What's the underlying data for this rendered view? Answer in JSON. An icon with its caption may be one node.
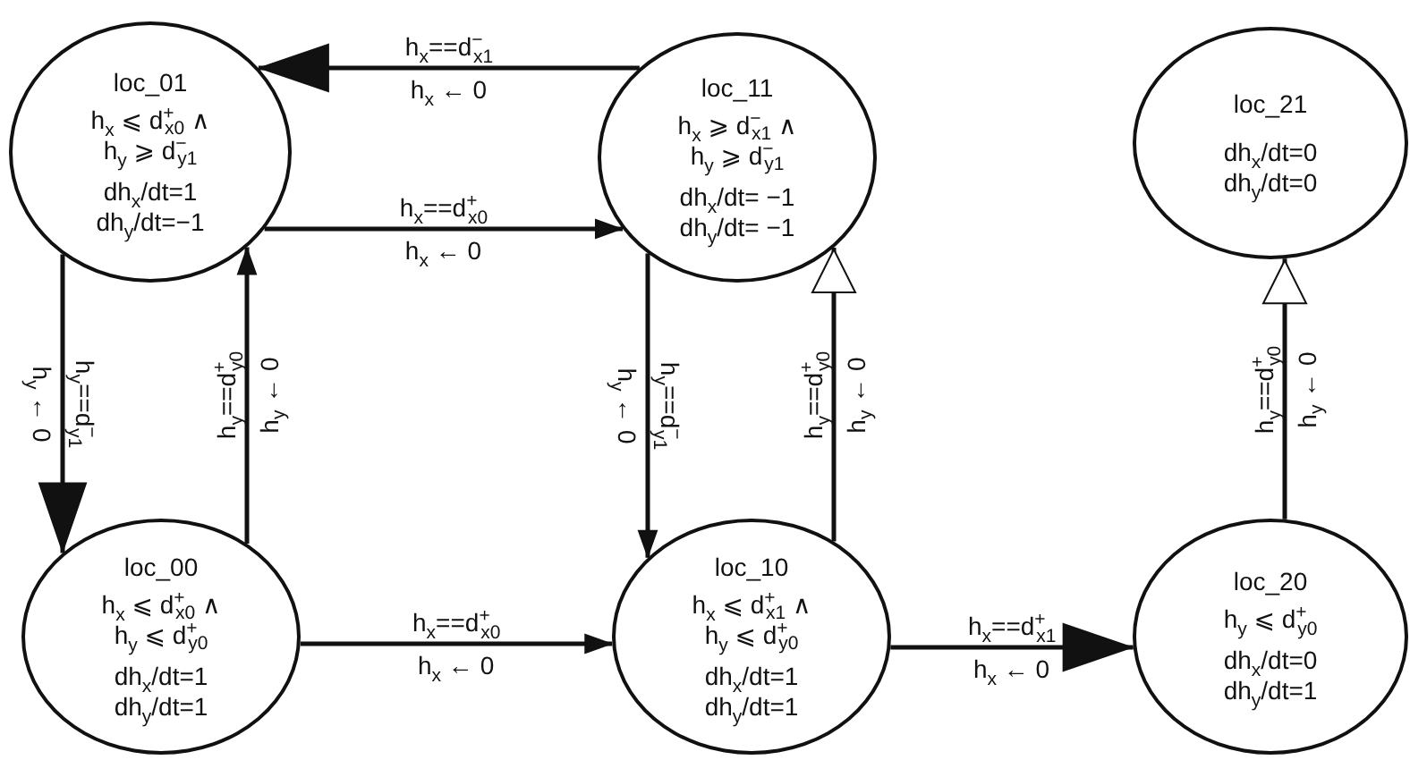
{
  "diagram": {
    "nodes": [
      {
        "text": [
          "loc_01",
          "h$_{x}$ ⩽ d$^{+}$$_{x0}$ ∧",
          "h$_{y}$ ⩾ d$^{−}$$_{y1}$",
          "dh$_{x}$/dt=1",
          "dh$_{y}$/dt=−1"
        ]
      },
      {
        "text": [
          "loc_11",
          "h$_{x}$ ⩾ d$^{−}$$_{x1}$ ∧",
          "h$_{y}$ ⩾ d$^{−}$$_{y1}$",
          "dh$_{x}$/dt= −1",
          "dh$_{y}$/dt= −1"
        ]
      },
      {
        "text": [
          "loc_21",
          "dh$_{x}$/dt=0",
          "dh$_{y}$/dt=0"
        ]
      },
      {
        "text": [
          "loc_00",
          "h$_{x}$ ⩽ d$^{+}$$_{x0}$ ∧",
          "h$_{y}$ ⩽ d$^{+}$$_{y0}$",
          "dh$_{x}$/dt=1",
          "dh$_{y}$/dt=1"
        ]
      },
      {
        "text": [
          "loc_10",
          "h$_{x}$ ⩽ d$^{+}$$_{x1}$ ∧",
          "h$_{y}$ ⩽ d$^{+}$$_{y0}$",
          "dh$_{x}$/dt=1",
          "dh$_{y}$/dt=1"
        ]
      },
      {
        "text": [
          "loc_20",
          "h$_{y}$ ⩽ d$^{+}$$_{y0}$",
          "dh$_{x}$/dt=0",
          "dh$_{y}$/dt=1"
        ]
      }
    ],
    "edges": [
      {
        "from": 1,
        "to": 0,
        "arrow": "to",
        "label": "h$_{x}$==d$^{−}$$_{x1}$"
      },
      {
        "from": 0,
        "to": 1,
        "arrow": "to",
        "label": "h$_{x}$==d$^{+}$$_{x0}$"
      },
      {
        "from": 0,
        "to": 3,
        "arrow": "to",
        "label": "h$_{y}$==d$^{−}$$_{y1}$"
      },
      {
        "from": 3,
        "to": 0,
        "arrow": "to",
        "label": "h$_{y}$==d$^{+}$$_{y0}$"
      },
      {
        "from": 1,
        "to": 4,
        "arrow": "to",
        "label": "h$_{y}$==d$^{−}$$_{y1}$"
      },
      {
        "from": 4,
        "to": 1,
        "arrow": "to",
        "label": "h$_{y}$==d$^{+}$$_{y0}$"
      },
      {
        "from": 3,
        "to": 4,
        "arrow": "to",
        "label": "h$_{x}$==d$^{+}$$_{x0}$"
      },
      {
        "from": 4,
        "to": 5,
        "arrow": "to",
        "label": "h$_{x}$==d$^{+}$$_{x1}$"
      },
      {
        "from": 5,
        "to": 2,
        "arrow": "to",
        "label": "h$_{y}$==d$^{+}$$_{y0}$"
      }
    ],
    "labels": [
      "h$_{x}$ ← 0",
      "h$_{x}$ ← 0",
      "h$_{y}$ ← 0",
      "h$_{y}$ ← 0",
      "h$_{y}$ ← 0",
      "h$_{y}$ ← 0",
      "h$_{x}$ ← 0",
      "h$_{x}$ ← 0",
      "h$_{y}$ ← 0"
    ]
  }
}
